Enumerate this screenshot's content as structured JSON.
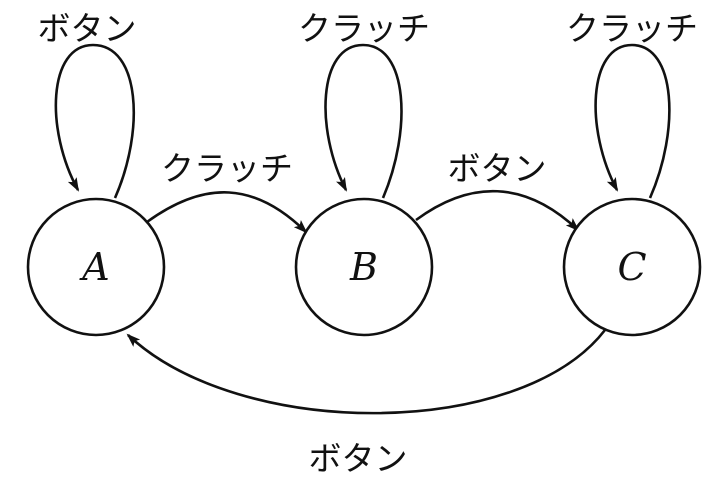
{
  "states": [
    {
      "id": "A",
      "label": "A"
    },
    {
      "id": "B",
      "label": "B"
    },
    {
      "id": "C",
      "label": "C"
    }
  ],
  "transitions": [
    {
      "from": "A",
      "to": "A",
      "label": "ボタン"
    },
    {
      "from": "B",
      "to": "B",
      "label": "クラッチ"
    },
    {
      "from": "C",
      "to": "C",
      "label": "クラッチ"
    },
    {
      "from": "A",
      "to": "B",
      "label": "クラッチ"
    },
    {
      "from": "B",
      "to": "C",
      "label": "ボタン"
    },
    {
      "from": "C",
      "to": "A",
      "label": "ボタン"
    }
  ],
  "colors": {
    "stroke": "#111111",
    "background": "#ffffff"
  }
}
